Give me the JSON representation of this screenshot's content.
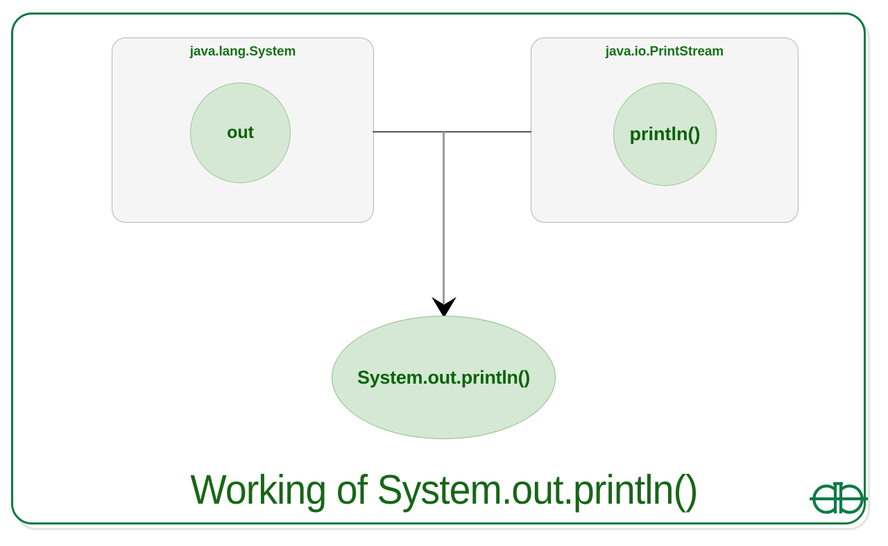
{
  "diagram": {
    "caption": "Working of System.out.println()",
    "classes": [
      {
        "id": "java-lang-system",
        "title": "java.lang.System",
        "member": "out",
        "member_kind": "field"
      },
      {
        "id": "java-io-printstream",
        "title": "java.io.PrintStream",
        "member": "println()",
        "member_kind": "method"
      }
    ],
    "result": {
      "label": "System.out.println()"
    },
    "connectors": [
      {
        "name": "system-to-printstream-link",
        "from": "java.lang.System",
        "to": "java.io.PrintStream",
        "style": "plain-line"
      },
      {
        "name": "link-to-result-arrow",
        "from": "system-to-printstream-link",
        "to": "System.out.println()",
        "style": "arrow-down"
      }
    ]
  },
  "branding": {
    "logo_name": "geeksforgeeks-logo",
    "logo_text": "GG"
  },
  "colors": {
    "frame_green": "#0c7a41",
    "frame_shadow": "#e3e3e3",
    "box_fill": "#f5f5f5",
    "box_border": "#b3b3b3",
    "circle_fill": "#d5e8d4",
    "circle_border": "#9cc592",
    "label_green": "#17711a",
    "caption_green": "#176617",
    "connector_gray": "#5a5a5a",
    "arrow_black": "#000000"
  }
}
